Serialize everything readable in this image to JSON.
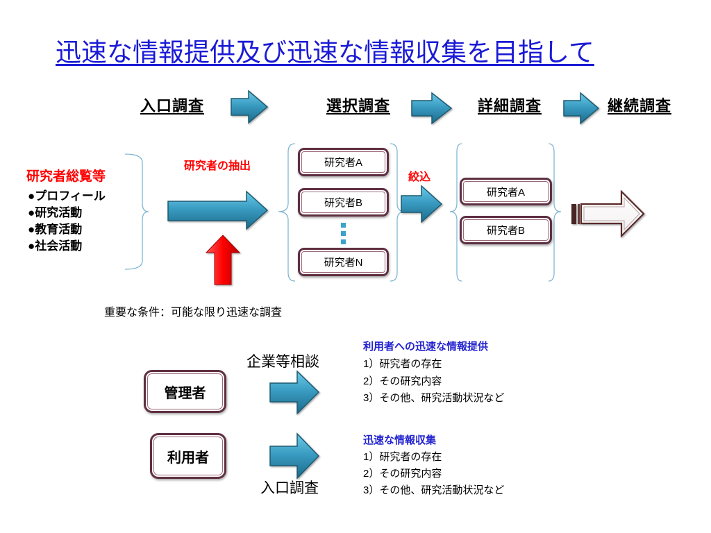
{
  "title": "迅速な情報提供及び迅速な情報収集を目指して",
  "stages": [
    {
      "label": "入口調査"
    },
    {
      "label": "選択調査"
    },
    {
      "label": "詳細調査"
    },
    {
      "label": "継続調査"
    }
  ],
  "source": {
    "heading": "研究者総覧等",
    "items": [
      "●プロフィール",
      "●研究活動",
      "●教育活動",
      "●社会活動"
    ]
  },
  "extract_label": "研究者の抽出",
  "candidates": [
    "研究者A",
    "研究者B",
    "研究者N"
  ],
  "narrow_label": "絞込",
  "selected": [
    "研究者A",
    "研究者B"
  ],
  "condition": "重要な条件：可能な限り迅速な調査",
  "roles": {
    "manager": "管理者",
    "user": "利用者"
  },
  "consult_label": "企業等相談",
  "entry_label": "入口調査",
  "provide": {
    "heading": "利用者への迅速な情報提供",
    "items": [
      "1）研究者の存在",
      "2）その研究内容",
      "3）その他、研究活動状況など"
    ]
  },
  "collect": {
    "heading": "迅速な情報収集",
    "items": [
      "1）研究者の存在",
      "2）その研究内容",
      "3）その他、研究活動状況など"
    ]
  },
  "icons": {
    "flow_arrow": "right-arrow-icon",
    "priority_arrow": "up-arrow-icon",
    "continue_arrow": "outline-right-arrow-icon",
    "more_items": "vertical-ellipsis-icon",
    "grouping": "brace-icon"
  },
  "colors": {
    "title": "#1a1ad6",
    "emphasis_red": "#ff0000",
    "arrow_teal": "#2f8fb5",
    "box_border": "#5f2f42",
    "brace": "#7fb6d2",
    "info_heading": "#2323d0"
  }
}
